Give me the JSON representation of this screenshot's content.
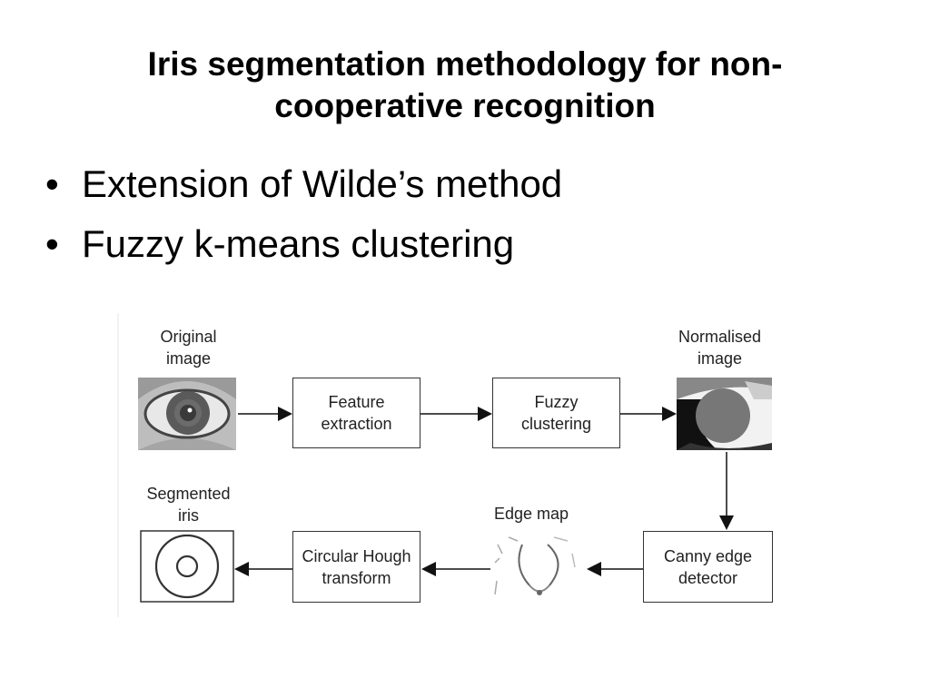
{
  "slide": {
    "title": "Iris segmentation methodology for non-cooperative recognition",
    "bullets": [
      {
        "text": "Extension of Wilde’s method"
      },
      {
        "text": "Fuzzy k-means clustering"
      }
    ]
  },
  "diagram": {
    "labels": {
      "original_image": "Original\nimage",
      "normalised_image": "Normalised\nimage",
      "segmented_iris": "Segmented\niris",
      "edge_map": "Edge map"
    },
    "boxes": {
      "feature_extraction": "Feature\nextraction",
      "fuzzy_clustering": "Fuzzy\nclustering",
      "canny_edge_detector": "Canny edge\ndetector",
      "circular_hough_transform": "Circular Hough\ntransform"
    },
    "bullet_symbol": "•"
  }
}
